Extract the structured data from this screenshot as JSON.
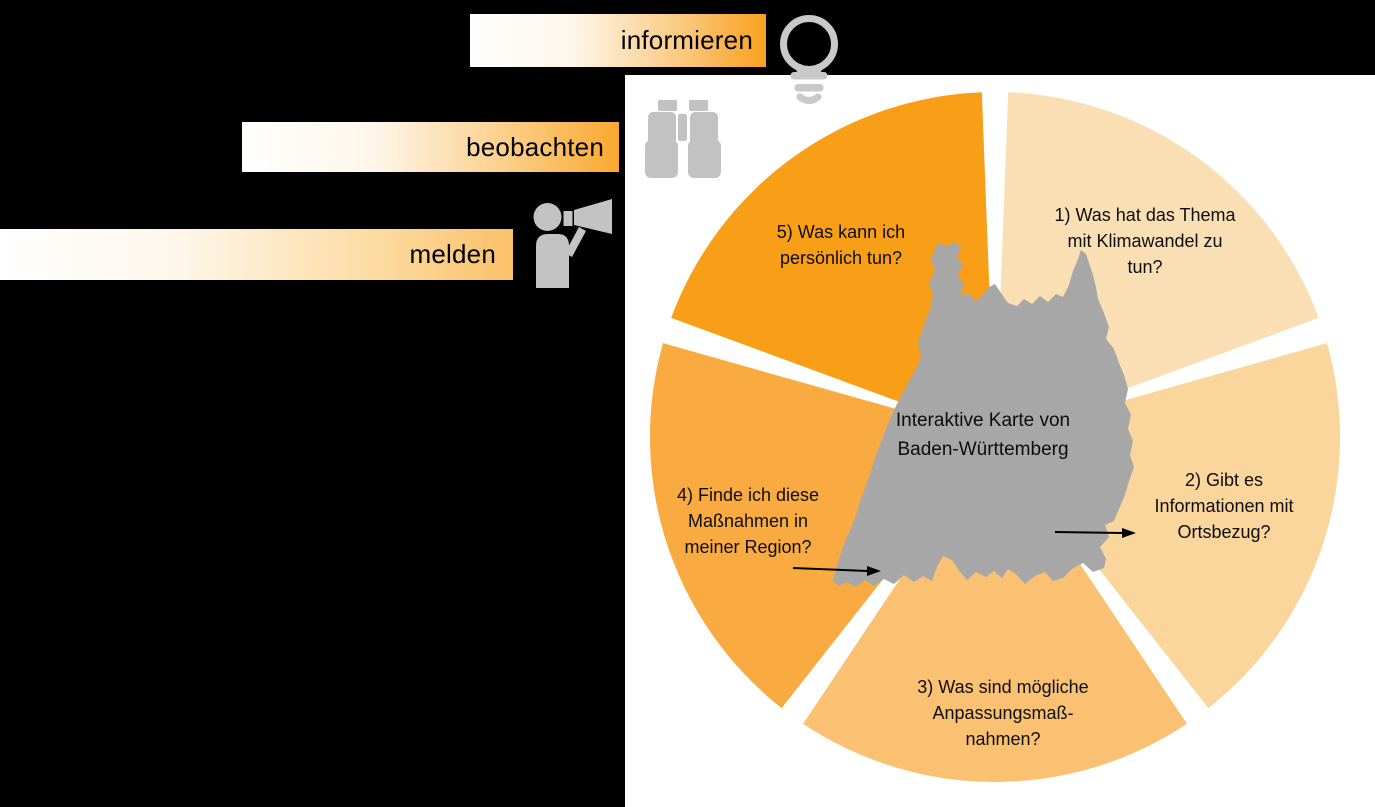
{
  "background_color": "#000000",
  "panel_color": "#FFFFFF",
  "banners": [
    {
      "label": "informieren",
      "icon": "lightbulb-icon",
      "gradient_mid": "#FBC87D",
      "gradient_end": "#F9A01D"
    },
    {
      "label": "beobachten",
      "icon": "binoculars-icon",
      "gradient_mid": "#FBCD85",
      "gradient_end": "#F9A82F"
    },
    {
      "label": "melden",
      "icon": "megaphone-person-icon",
      "gradient_mid": "#FCDCA4",
      "gradient_end": "#FBC169"
    }
  ],
  "diagram": {
    "center_label": "Interaktive Karte von\nBaden-Württemberg",
    "map_color": "#A7A7A7",
    "icon_gray": "#C4C4C4",
    "segments": [
      {
        "label": "1) Was hat das Thema\nmit Klimawandel zu\ntun?",
        "color": "#FADFB5"
      },
      {
        "label": "2) Gibt es\nInformationen mit\nOrtsbezug?",
        "color": "#FAD59C"
      },
      {
        "label": "3) Was sind mögliche\nAnpassungsmaß-\nnahmen?",
        "color": "#FAC172"
      },
      {
        "label": "4) Finde ich diese\nMaßnahmen in\nmeiner Region?",
        "color": "#F9AB42"
      },
      {
        "label": "5) Was kann ich\npersönlich tun?",
        "color": "#F99E17"
      }
    ]
  }
}
